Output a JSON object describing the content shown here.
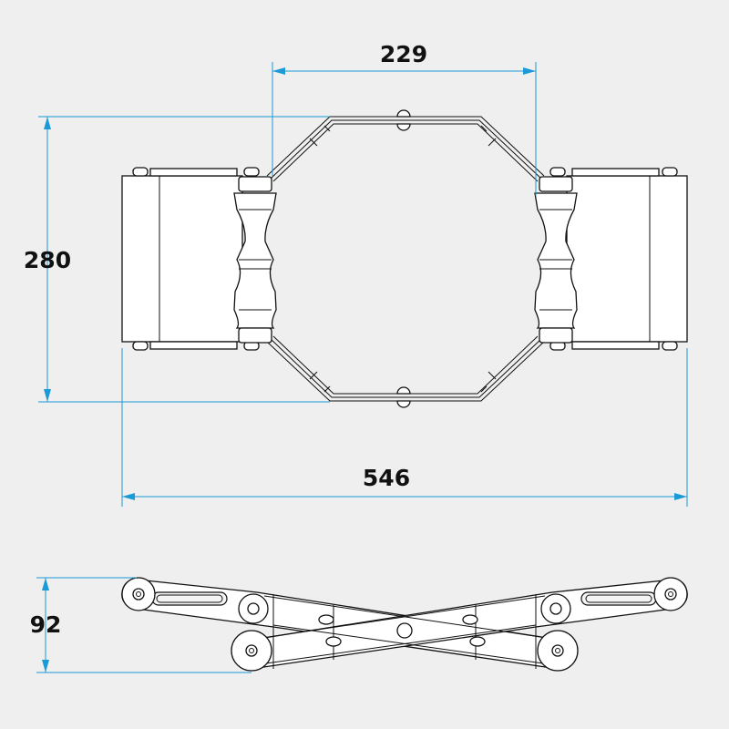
{
  "drawing": {
    "background": "#efefef",
    "dimension_color": "#1a9ad6",
    "line_color": "#111111"
  },
  "dimensions": {
    "width_inner": "229",
    "height": "280",
    "width_overall": "546",
    "thickness": "92"
  }
}
